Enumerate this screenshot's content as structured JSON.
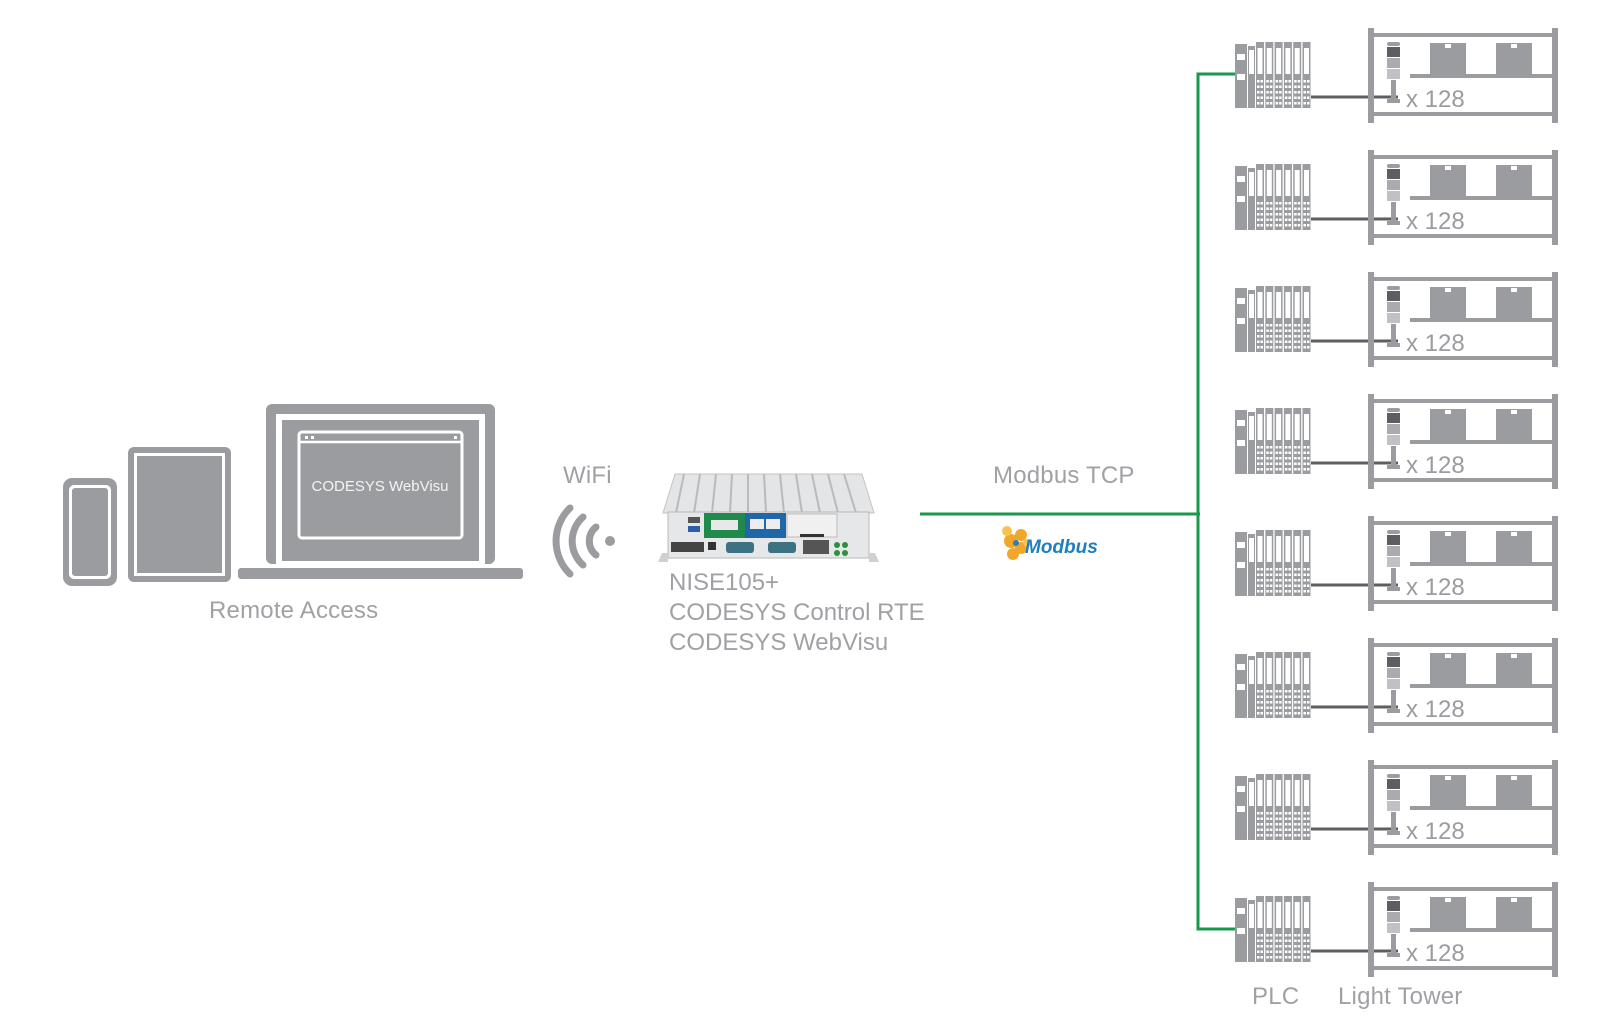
{
  "diagram": {
    "remote_access": {
      "label": "Remote Access",
      "devices": [
        "phone",
        "tablet",
        "laptop"
      ],
      "screen_text": "CODESYS WebVisu"
    },
    "wifi": {
      "label": "WiFi",
      "icon": "wifi-icon"
    },
    "controller": {
      "name": "NISE105+",
      "software": [
        "CODESYS Control RTE",
        "CODESYS WebVisu"
      ]
    },
    "link": {
      "label": "Modbus TCP",
      "logo_text": "Modbus",
      "color": "#1a9a48"
    },
    "rows": [
      {
        "plc": "PLC",
        "tower_count": "x 128"
      },
      {
        "plc": "PLC",
        "tower_count": "x 128"
      },
      {
        "plc": "PLC",
        "tower_count": "x 128"
      },
      {
        "plc": "PLC",
        "tower_count": "x 128"
      },
      {
        "plc": "PLC",
        "tower_count": "x 128"
      },
      {
        "plc": "PLC",
        "tower_count": "x 128"
      },
      {
        "plc": "PLC",
        "tower_count": "x 128"
      },
      {
        "plc": "PLC",
        "tower_count": "x 128"
      }
    ],
    "footer_labels": {
      "plc": "PLC",
      "light_tower": "Light Tower"
    },
    "colors": {
      "device_gray": "#9a9ca0",
      "dark_gray": "#5c5e62",
      "bus_green": "#1a9a48"
    }
  }
}
